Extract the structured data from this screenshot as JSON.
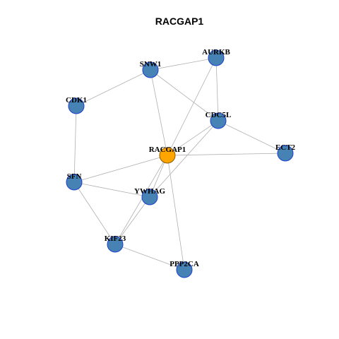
{
  "title": "RACGAP1",
  "colors": {
    "node_fill": "#4682B4",
    "node_stroke": "#1C3FD1",
    "center_fill": "#FFA500",
    "center_stroke": "#8B5A00",
    "edge": "#B0B0B0"
  },
  "graph": {
    "center": "RACGAP1",
    "nodes": [
      "AURKB",
      "SNW1",
      "CDK1",
      "CDC5L",
      "ECT2",
      "RACGAP1",
      "SFN",
      "YWHAG",
      "KIF23",
      "PPP2CA"
    ],
    "edges": [
      [
        "SNW1",
        "AURKB"
      ],
      [
        "SNW1",
        "CDK1"
      ],
      [
        "SNW1",
        "CDC5L"
      ],
      [
        "SNW1",
        "RACGAP1"
      ],
      [
        "AURKB",
        "CDC5L"
      ],
      [
        "AURKB",
        "RACGAP1"
      ],
      [
        "CDK1",
        "SFN"
      ],
      [
        "CDC5L",
        "ECT2"
      ],
      [
        "CDC5L",
        "RACGAP1"
      ],
      [
        "CDC5L",
        "YWHAG"
      ],
      [
        "RACGAP1",
        "ECT2"
      ],
      [
        "RACGAP1",
        "SFN"
      ],
      [
        "RACGAP1",
        "YWHAG"
      ],
      [
        "RACGAP1",
        "KIF23"
      ],
      [
        "RACGAP1",
        "PPP2CA"
      ],
      [
        "SFN",
        "YWHAG"
      ],
      [
        "SFN",
        "KIF23"
      ],
      [
        "YWHAG",
        "KIF23"
      ],
      [
        "KIF23",
        "PPP2CA"
      ]
    ]
  }
}
